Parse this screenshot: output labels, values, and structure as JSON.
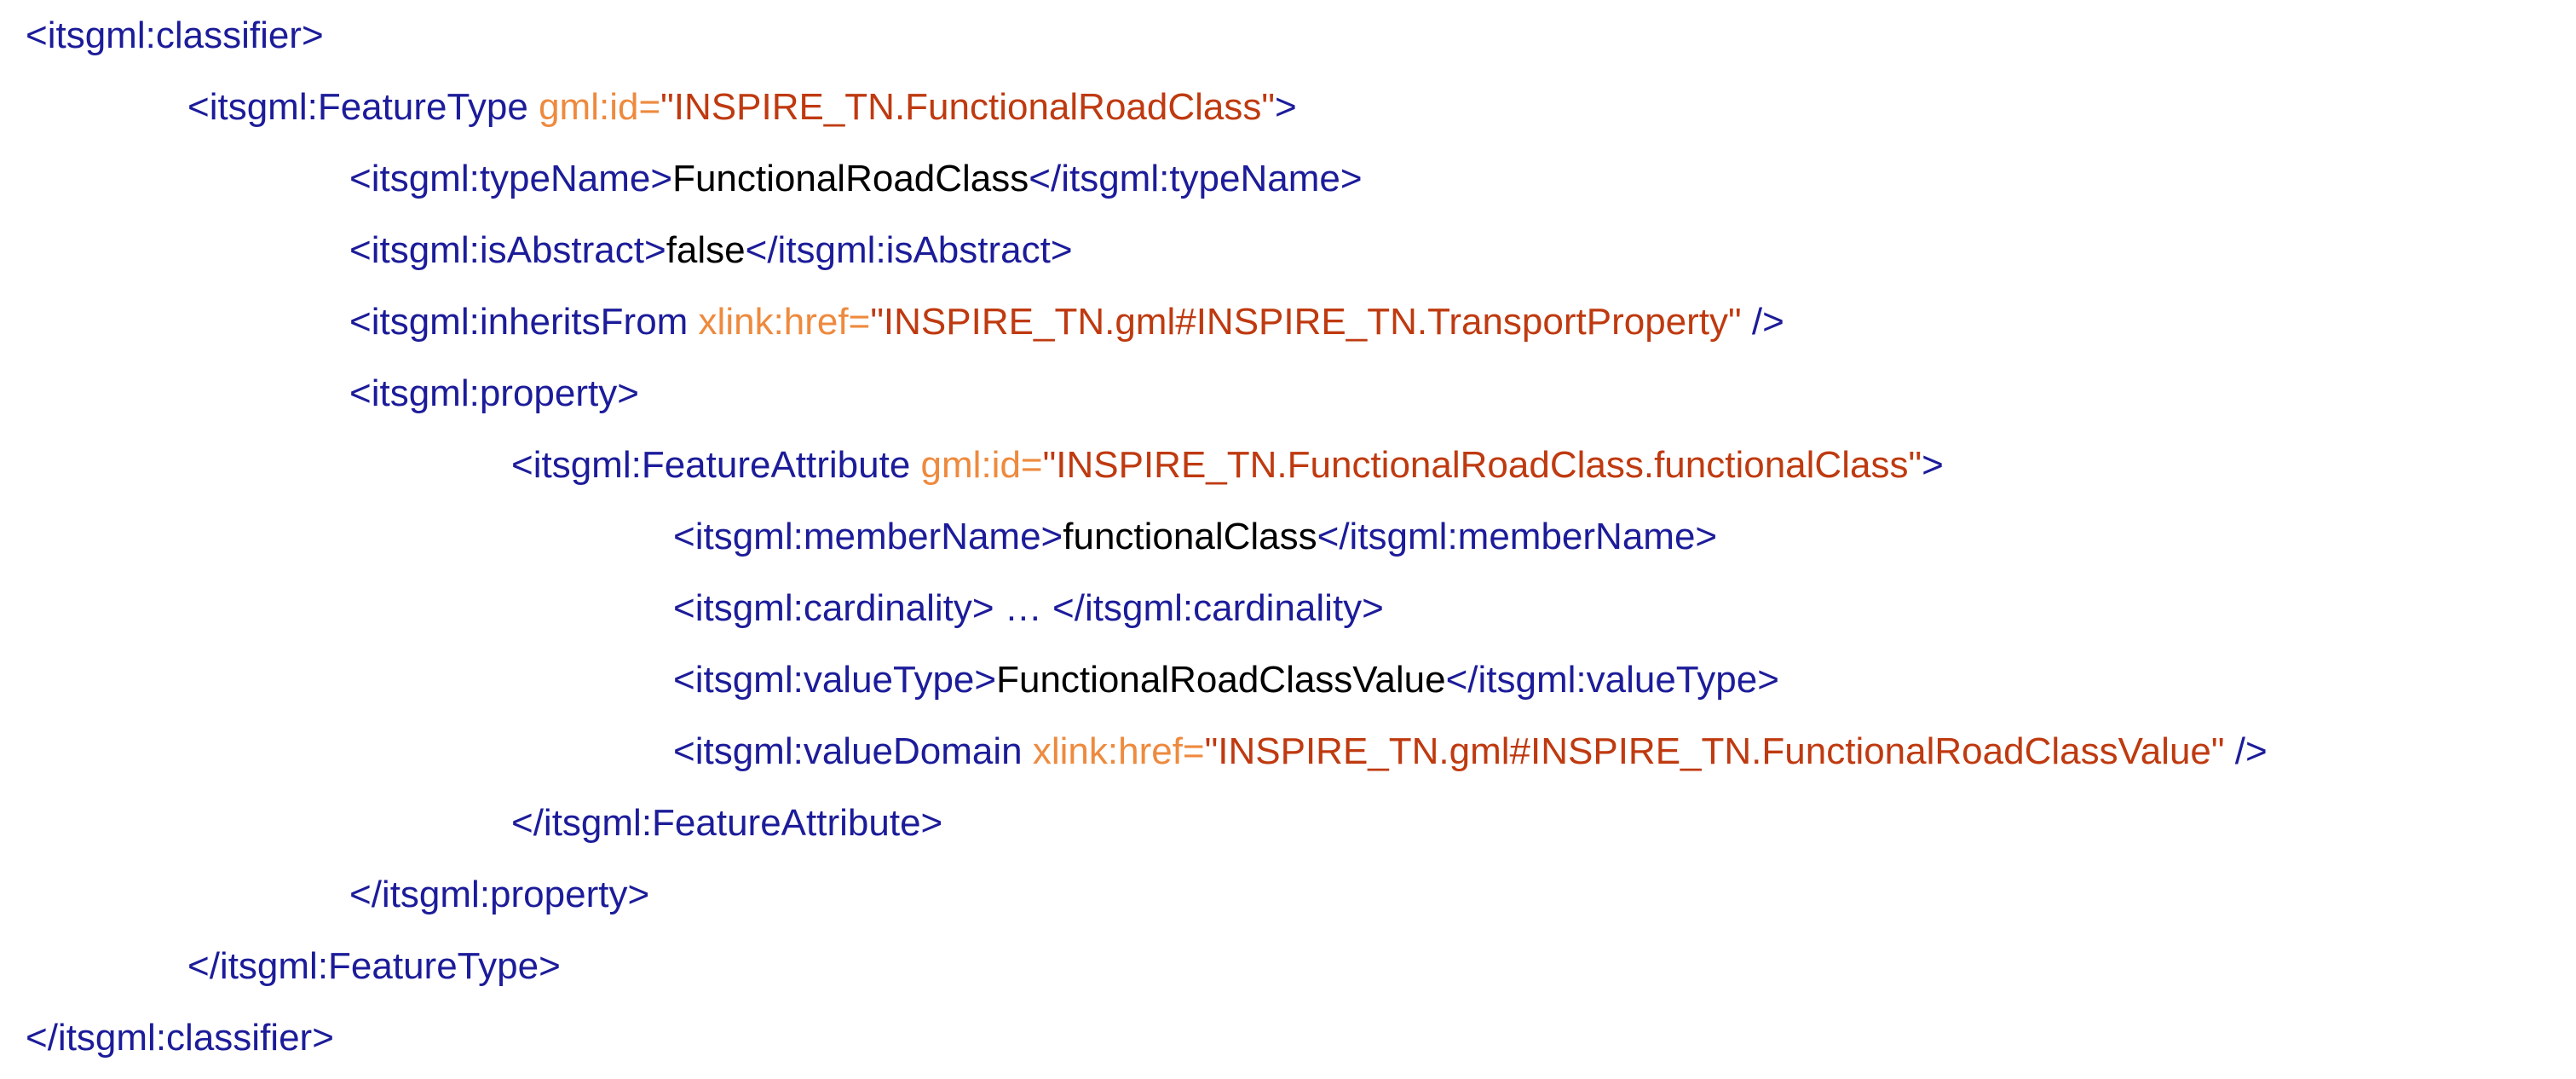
{
  "colors": {
    "tag": "#1c1c9a",
    "attribute_name": "#ee8a3e",
    "attribute_value": "#bf3a10",
    "text": "#000000",
    "background": "#ffffff"
  },
  "lines": [
    {
      "indent": 0,
      "tokens": [
        {
          "k": "t",
          "s": "<itsgml:classifier>"
        }
      ]
    },
    {
      "indent": 1,
      "tokens": [
        {
          "k": "t",
          "s": "<itsgml:FeatureType "
        },
        {
          "k": "a",
          "s": "gml:id="
        },
        {
          "k": "v",
          "s": "\"INSPIRE_TN.FunctionalRoadClass\""
        },
        {
          "k": "t",
          "s": ">"
        }
      ]
    },
    {
      "indent": 2,
      "tokens": [
        {
          "k": "t",
          "s": "<itsgml:typeName>"
        },
        {
          "k": "x",
          "s": "FunctionalRoadClass"
        },
        {
          "k": "t",
          "s": "</itsgml:typeName>"
        }
      ]
    },
    {
      "indent": 2,
      "tokens": [
        {
          "k": "t",
          "s": "<itsgml:isAbstract>"
        },
        {
          "k": "x",
          "s": "false"
        },
        {
          "k": "t",
          "s": "</itsgml:isAbstract>"
        }
      ]
    },
    {
      "indent": 2,
      "tokens": [
        {
          "k": "t",
          "s": "<itsgml:inheritsFrom "
        },
        {
          "k": "a",
          "s": "xlink:href="
        },
        {
          "k": "v",
          "s": "\"INSPIRE_TN.gml#INSPIRE_TN.TransportProperty\""
        },
        {
          "k": "t",
          "s": " />"
        }
      ]
    },
    {
      "indent": 2,
      "tokens": [
        {
          "k": "t",
          "s": "<itsgml:property>"
        }
      ]
    },
    {
      "indent": 3,
      "tokens": [
        {
          "k": "t",
          "s": "<itsgml:FeatureAttribute "
        },
        {
          "k": "a",
          "s": "gml:id="
        },
        {
          "k": "v",
          "s": "\"INSPIRE_TN.FunctionalRoadClass.functionalClass\""
        },
        {
          "k": "t",
          "s": ">"
        }
      ]
    },
    {
      "indent": 4,
      "tokens": [
        {
          "k": "t",
          "s": "<itsgml:memberName>"
        },
        {
          "k": "x",
          "s": "functionalClass"
        },
        {
          "k": "t",
          "s": "</itsgml:memberName>"
        }
      ]
    },
    {
      "indent": 4,
      "tokens": [
        {
          "k": "t",
          "s": "<itsgml:cardinality> … </itsgml:cardinality>"
        }
      ]
    },
    {
      "indent": 4,
      "tokens": [
        {
          "k": "t",
          "s": "<itsgml:valueType>"
        },
        {
          "k": "x",
          "s": "FunctionalRoadClassValue"
        },
        {
          "k": "t",
          "s": "</itsgml:valueType>"
        }
      ]
    },
    {
      "indent": 4,
      "tokens": [
        {
          "k": "t",
          "s": "<itsgml:valueDomain "
        },
        {
          "k": "a",
          "s": "xlink:href="
        },
        {
          "k": "v",
          "s": "\"INSPIRE_TN.gml#INSPIRE_TN.FunctionalRoadClassValue\""
        },
        {
          "k": "t",
          "s": " />"
        }
      ]
    },
    {
      "indent": 3,
      "tokens": [
        {
          "k": "t",
          "s": "</itsgml:FeatureAttribute>"
        }
      ]
    },
    {
      "indent": 2,
      "tokens": [
        {
          "k": "t",
          "s": "</itsgml:property>"
        }
      ]
    },
    {
      "indent": 1,
      "tokens": [
        {
          "k": "t",
          "s": "</itsgml:FeatureType>"
        }
      ]
    },
    {
      "indent": 0,
      "tokens": [
        {
          "k": "t",
          "s": "</itsgml:classifier>"
        }
      ]
    }
  ]
}
